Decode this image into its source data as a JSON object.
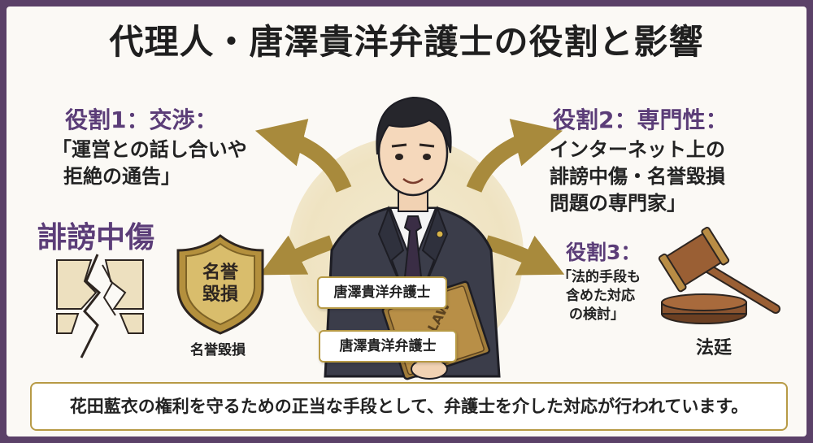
{
  "title": "代理人・唐澤貴洋弁護士の役割と影響",
  "role1": {
    "heading": "役割1：交渉：",
    "text_line1": "「運営との話し合いや",
    "text_line2": "拒絶の通告」"
  },
  "role2": {
    "heading": "役割2：専門性：",
    "text_line1": "インターネット上の",
    "text_line2": "誹謗中傷・名誉毀損",
    "text_line3": "問題の専門家」"
  },
  "role3": {
    "heading": "役割3：",
    "text_line1": "「法的手段も",
    "text_line2": "含めた対応",
    "text_line3": "の検討」"
  },
  "left_label": "誹謗中傷",
  "shield": {
    "line1": "名誉",
    "line2": "毀損",
    "caption": "名誉毀損"
  },
  "court_label": "法廷",
  "name_card_1": "唐澤貴洋弁護士",
  "name_card_2": "唐澤貴洋弁護士",
  "book_text": "LAW",
  "bottom_text": "花田藍衣の権利を守るための正当な手段として、弁護士を介した対応が行われています。",
  "colors": {
    "accent_purple": "#5b3d78",
    "gold": "#b79a45",
    "arrow_gold": "#a88a3c"
  }
}
